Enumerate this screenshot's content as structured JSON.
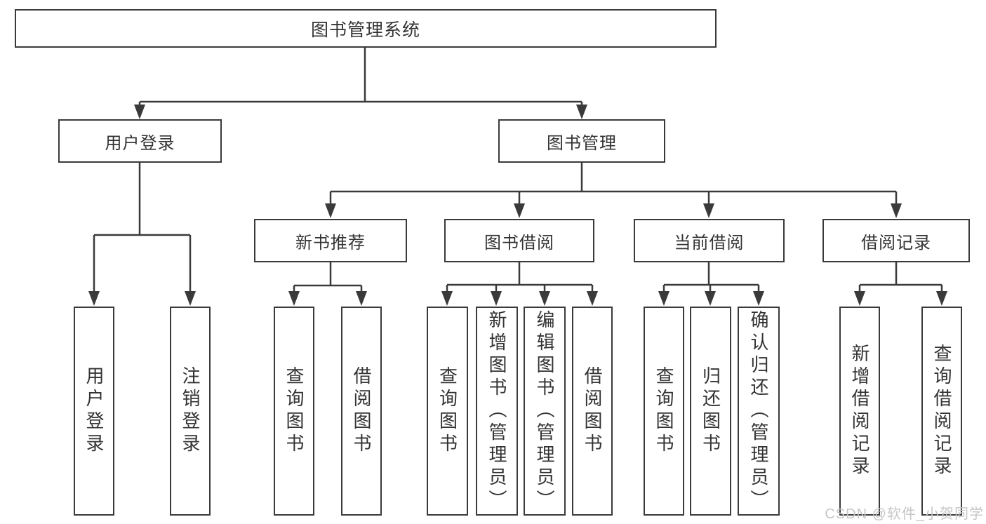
{
  "diagram": {
    "root": "图书管理系统",
    "user_login": {
      "label": "用户登录",
      "children": {
        "login": "用户登录",
        "logout": "注销登录"
      }
    },
    "book_mgmt": {
      "label": "图书管理",
      "new_book": {
        "label": "新书推荐",
        "children": {
          "query": "查询图书",
          "borrow": "借阅图书"
        }
      },
      "book_borrow": {
        "label": "图书借阅",
        "children": {
          "query": "查询图书",
          "add": "新增图书（管理员）",
          "edit": "编辑图书（管理员）",
          "borrow": "借阅图书"
        }
      },
      "current_borrow": {
        "label": "当前借阅",
        "children": {
          "query": "查询图书",
          "return": "归还图书",
          "confirm": "确认归还（管理员）"
        }
      },
      "borrow_record": {
        "label": "借阅记录",
        "children": {
          "add": "新增借阅记录",
          "query": "查询借阅记录"
        }
      }
    }
  },
  "watermark": "CSDN @软件_小贺同学",
  "colors": {
    "line": "#3a3a3a",
    "text": "#333333",
    "watermark": "#c6c6c6",
    "background": "#ffffff"
  }
}
